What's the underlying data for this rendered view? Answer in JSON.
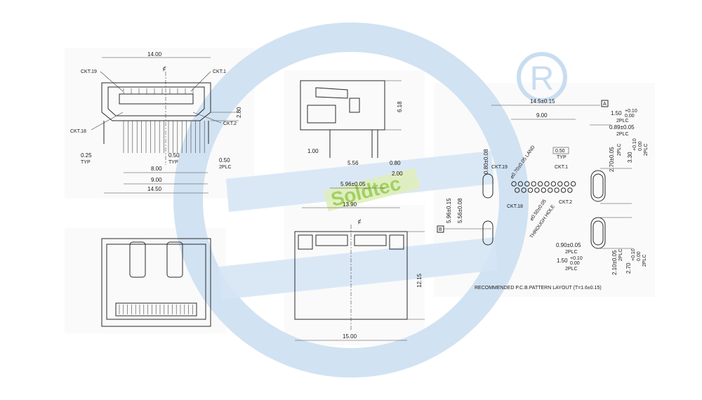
{
  "colors": {
    "watermark_blue": "#c9ddf0",
    "watermark_mid": "#dde9f5",
    "brand_green": "#8ec63f",
    "ink": "#1a1a1a"
  },
  "watermark": {
    "logo_text": "Soldtec",
    "registered_mark": "R"
  },
  "front_view": {
    "w_top": "14.00",
    "ckt19": "CKT.19",
    "ckt1": "CKT.1",
    "ckt18": "CKT.18",
    "ckt2": "CKT.2",
    "h_280": "2.80",
    "d_025": "0.25",
    "typ1": "TYP",
    "d_050": "0.50",
    "typ2": "TYP",
    "d_050b": "0.50",
    "plc2": "2PLC",
    "w_800": "8.00",
    "w_900": "9.00",
    "w_1450": "14.50",
    "centerline": "ȼ"
  },
  "side_view": {
    "h_618": "6.18",
    "d_100": "1.00",
    "d_556": "5.56",
    "d_080": "0.80",
    "d_200": "2.00",
    "d_596": "5.96±0.05"
  },
  "bottom_view": {
    "w_1390": "13.90",
    "h_1215": "12.15",
    "w_1500": "15.00",
    "centerline": "ȼ"
  },
  "pcb": {
    "w_145": "14.5±0.15",
    "datum_a": "A",
    "datum_b": "B",
    "w_900": "9.00",
    "d_150": "1.50",
    "tol_010": "+0.10",
    "tol_000": "0.00",
    "plc_a": "2PLC",
    "d_089": "0.89±0.05",
    "plc_b": "2PLC",
    "d_270": "2.70±0.05",
    "plc_c": "2PLC",
    "d_330": "3.30",
    "tol_v010": "+0.10",
    "tol_v000": "0.00",
    "plc_d": "2PLC",
    "d_080v": "0.80±0.08",
    "ckt19": "CKT.19",
    "land": "⌀0.70±0.05 LAND",
    "d_050": "0.50",
    "typ": "TYP",
    "ckt1": "CKT.1",
    "ckt18": "CKT.18",
    "ckt2": "CKT.2",
    "hole": "⌀0.50±0.05",
    "through": "THROUGH HOLE",
    "d_596": "5.96±0.15",
    "d_556": "5.56±0.08",
    "d_090": "0.90±0.05",
    "plc_e": "2PLC",
    "d_150b": "1.50",
    "tol_b010": "+0.10",
    "tol_b000": "0.00",
    "plc_f": "2PLC",
    "d_210": "2.10±0.05",
    "plc_g": "2PLC",
    "d_270b": "2.70",
    "tol_c010": "+0.10",
    "tol_c000": "0.00",
    "plc_h": "2PLC",
    "caption": "RECOMMENDED P.C.B.PATTERN LAYOUT (T=1.6±0.15)"
  }
}
